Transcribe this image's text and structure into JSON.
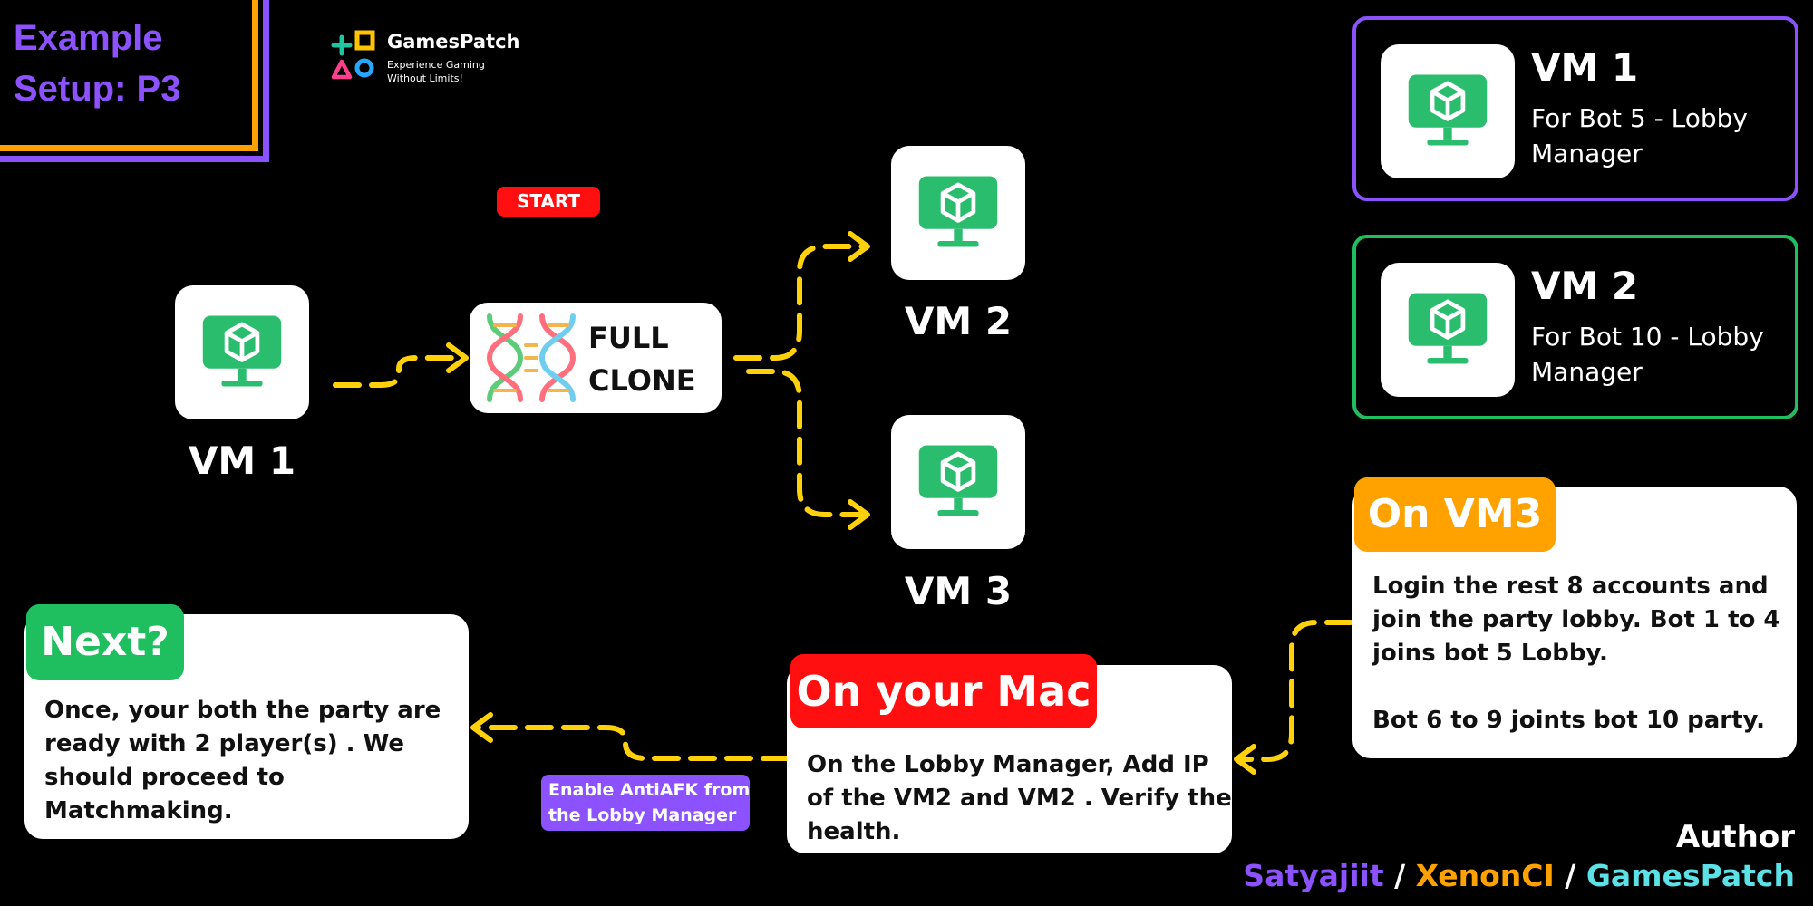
{
  "header": {
    "title_line1": "Example",
    "title_line2": "Setup: P3"
  },
  "logo": {
    "name": "GamesPatch",
    "tagline1": "Experience Gaming",
    "tagline2": "Without Limits!"
  },
  "flow": {
    "start_badge": "START",
    "vm1_label": "VM 1",
    "clone_line1": "FULL",
    "clone_line2": "CLONE",
    "vm2_label": "VM 2",
    "vm3_label": "VM 3"
  },
  "legend": [
    {
      "title": "VM 1",
      "desc_line1": "For Bot 5 - Lobby",
      "desc_line2": "Manager",
      "border": "#8c52ff"
    },
    {
      "title": "VM 2",
      "desc_line1": "For Bot 10 - Lobby",
      "desc_line2": "Manager",
      "border": "#1fbf5f"
    }
  ],
  "on_vm3": {
    "tag": "On VM3",
    "tag_color": "#ffa200",
    "line1": "Login the rest 8 accounts and",
    "line2": "join the party lobby. Bot 1 to 4",
    "line3": "joins bot 5 Lobby.",
    "line4": "Bot 6 to 9 joints bot 10 party."
  },
  "on_mac": {
    "tag": "On your Mac",
    "tag_color": "#ff0f0f",
    "line1": "On the Lobby Manager, Add IP",
    "line2": "of the VM2 and VM2 .  Verify the",
    "line3": "health."
  },
  "antiafk": {
    "line1": "Enable AntiAFK from",
    "line2": "the Lobby Manager",
    "color": "#8c52ff"
  },
  "next": {
    "tag": "Next?",
    "tag_color": "#1fbf5f",
    "line1": "Once, your both the party are",
    "line2": "ready with 2 player(s) . We",
    "line3": "should proceed to",
    "line4": "Matchmaking."
  },
  "author": {
    "label": "Author",
    "name1": "Satyajiit",
    "sep1": "/",
    "name2": "XenonCI",
    "sep2": "/",
    "name3": "GamesPatch"
  },
  "colors": {
    "accent_purple": "#8c52ff",
    "accent_orange": "#ffa200",
    "arrow_yellow": "#ffd10a",
    "vm_green": "#2bbd6e",
    "author_cyan": "#5ce1e6"
  }
}
